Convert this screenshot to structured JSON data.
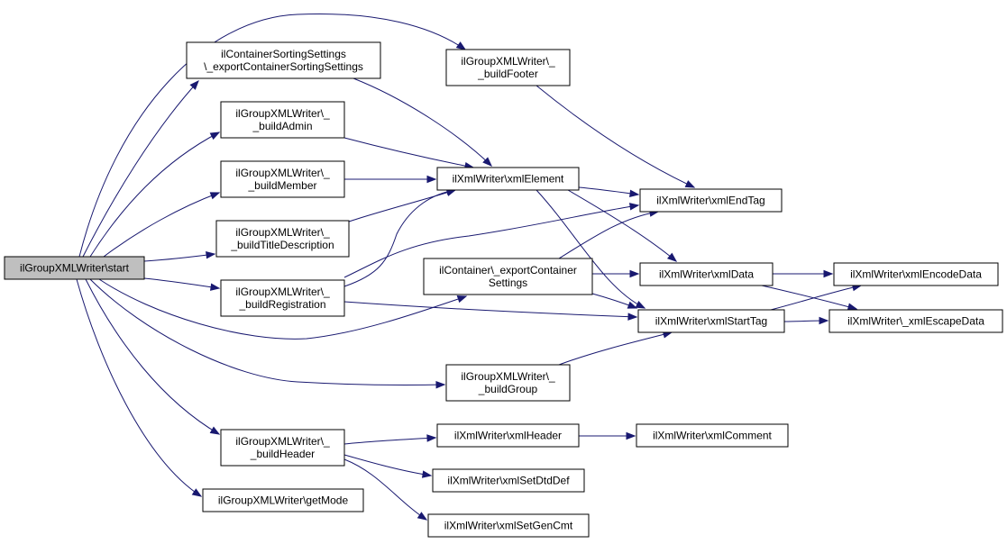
{
  "diagram": {
    "nodes": [
      {
        "id": "start",
        "lines": [
          "ilGroupXMLWriter\\start"
        ],
        "root": true
      },
      {
        "id": "sorting",
        "lines": [
          "ilContainerSortingSettings",
          "\\_exportContainerSortingSettings"
        ]
      },
      {
        "id": "buildAdmin",
        "lines": [
          "ilGroupXMLWriter\\_",
          "_buildAdmin"
        ]
      },
      {
        "id": "buildMember",
        "lines": [
          "ilGroupXMLWriter\\_",
          "_buildMember"
        ]
      },
      {
        "id": "buildTitleDesc",
        "lines": [
          "ilGroupXMLWriter\\_",
          "_buildTitleDescription"
        ]
      },
      {
        "id": "buildRegistration",
        "lines": [
          "ilGroupXMLWriter\\_",
          "_buildRegistration"
        ]
      },
      {
        "id": "buildHeader",
        "lines": [
          "ilGroupXMLWriter\\_",
          "_buildHeader"
        ]
      },
      {
        "id": "getMode",
        "lines": [
          "ilGroupXMLWriter\\getMode"
        ]
      },
      {
        "id": "buildFooter",
        "lines": [
          "ilGroupXMLWriter\\_",
          "_buildFooter"
        ]
      },
      {
        "id": "xmlElement",
        "lines": [
          "ilXmlWriter\\xmlElement"
        ]
      },
      {
        "id": "exportContainer",
        "lines": [
          "ilContainer\\_exportContainer",
          "Settings"
        ]
      },
      {
        "id": "buildGroup",
        "lines": [
          "ilGroupXMLWriter\\_",
          "_buildGroup"
        ]
      },
      {
        "id": "xmlHeader",
        "lines": [
          "ilXmlWriter\\xmlHeader"
        ]
      },
      {
        "id": "xmlSetDtdDef",
        "lines": [
          "ilXmlWriter\\xmlSetDtdDef"
        ]
      },
      {
        "id": "xmlSetGenCmt",
        "lines": [
          "ilXmlWriter\\xmlSetGenCmt"
        ]
      },
      {
        "id": "xmlEndTag",
        "lines": [
          "ilXmlWriter\\xmlEndTag"
        ]
      },
      {
        "id": "xmlData",
        "lines": [
          "ilXmlWriter\\xmlData"
        ]
      },
      {
        "id": "xmlStartTag",
        "lines": [
          "ilXmlWriter\\xmlStartTag"
        ]
      },
      {
        "id": "xmlComment",
        "lines": [
          "ilXmlWriter\\xmlComment"
        ]
      },
      {
        "id": "xmlEncodeData",
        "lines": [
          "ilXmlWriter\\xmlEncodeData"
        ]
      },
      {
        "id": "xmlEscapeData",
        "lines": [
          "ilXmlWriter\\_xmlEscapeData"
        ]
      }
    ],
    "edges": [
      {
        "from": "start",
        "to": "buildFooter"
      },
      {
        "from": "start",
        "to": "sorting"
      },
      {
        "from": "start",
        "to": "buildAdmin"
      },
      {
        "from": "start",
        "to": "buildMember"
      },
      {
        "from": "start",
        "to": "buildTitleDesc"
      },
      {
        "from": "start",
        "to": "buildRegistration"
      },
      {
        "from": "start",
        "to": "exportContainer"
      },
      {
        "from": "start",
        "to": "buildGroup"
      },
      {
        "from": "start",
        "to": "buildHeader"
      },
      {
        "from": "start",
        "to": "getMode"
      },
      {
        "from": "sorting",
        "to": "xmlElement"
      },
      {
        "from": "buildAdmin",
        "to": "xmlElement"
      },
      {
        "from": "buildMember",
        "to": "xmlElement"
      },
      {
        "from": "buildTitleDesc",
        "to": "xmlElement"
      },
      {
        "from": "buildRegistration",
        "to": "xmlElement"
      },
      {
        "from": "buildRegistration",
        "to": "xmlEndTag"
      },
      {
        "from": "buildRegistration",
        "to": "xmlStartTag"
      },
      {
        "from": "buildFooter",
        "to": "xmlEndTag"
      },
      {
        "from": "xmlElement",
        "to": "xmlEndTag"
      },
      {
        "from": "xmlElement",
        "to": "xmlData"
      },
      {
        "from": "xmlElement",
        "to": "xmlStartTag"
      },
      {
        "from": "exportContainer",
        "to": "xmlEndTag"
      },
      {
        "from": "exportContainer",
        "to": "xmlData"
      },
      {
        "from": "exportContainer",
        "to": "xmlStartTag"
      },
      {
        "from": "buildGroup",
        "to": "xmlStartTag"
      },
      {
        "from": "buildHeader",
        "to": "xmlHeader"
      },
      {
        "from": "buildHeader",
        "to": "xmlSetDtdDef"
      },
      {
        "from": "buildHeader",
        "to": "xmlSetGenCmt"
      },
      {
        "from": "xmlHeader",
        "to": "xmlComment"
      },
      {
        "from": "xmlData",
        "to": "xmlEncodeData"
      },
      {
        "from": "xmlData",
        "to": "xmlEscapeData"
      },
      {
        "from": "xmlStartTag",
        "to": "xmlEncodeData"
      },
      {
        "from": "xmlStartTag",
        "to": "xmlEscapeData"
      }
    ],
    "colors": {
      "edge": "#191970",
      "root_fill": "#bfbfbf",
      "node_fill": "#ffffff",
      "border": "#000000"
    }
  }
}
